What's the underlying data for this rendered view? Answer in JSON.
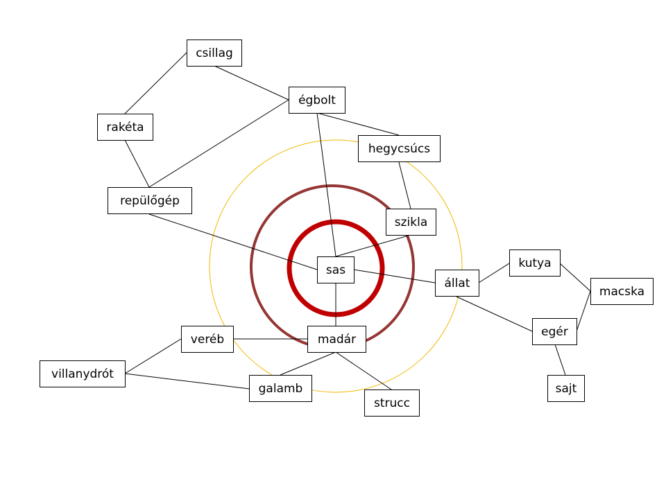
{
  "nodes": {
    "csillag": "csillag",
    "egbolt": "égbolt",
    "raketa": "rakéta",
    "hegycsucs": "hegycsúcs",
    "repulogep": "repülőgép",
    "szikla": "szikla",
    "sas": "sas",
    "allat": "állat",
    "kutya": "kutya",
    "macska": "macska",
    "eger": "egér",
    "vereb": "veréb",
    "madar": "madár",
    "villanydrot": "villanydrót",
    "galamb": "galamb",
    "strucc": "strucc",
    "sajt": "sajt"
  },
  "colors": {
    "inner_ring": "#c00000",
    "middle_ring": "#943634",
    "outer_ring": "#f2b800",
    "lines": "#000000"
  }
}
